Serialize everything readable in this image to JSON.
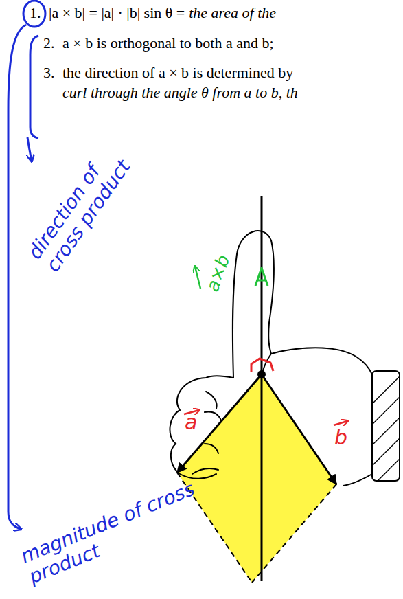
{
  "diagram": {
    "labels": [
      "1.",
      "|a × b| = |a| · |b| sin θ =",
      "the area of the",
      "2.",
      "a × b is orthogonal to both a and b;",
      "3.",
      "the direction of a × b is determined by",
      "curl through the angle θ from a to b, th",
      "direction of cross product",
      "magnitude of cross product",
      "a×b",
      "a",
      "b"
    ]
  }
}
